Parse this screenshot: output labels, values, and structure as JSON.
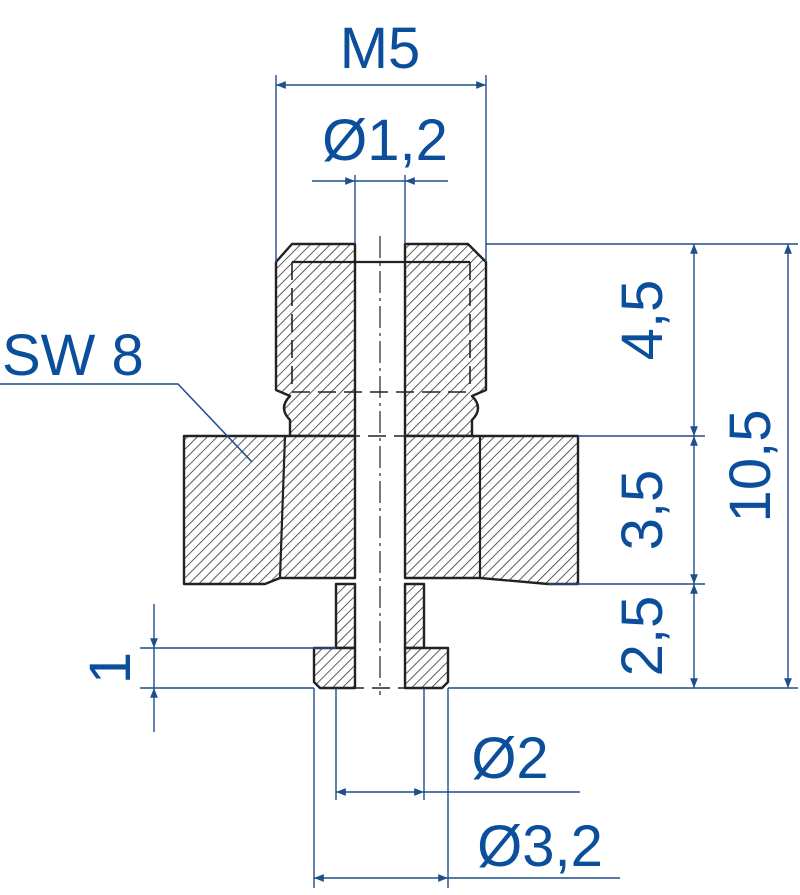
{
  "dimensions": {
    "thread": "M5",
    "bore_diameter": "Ø1,2",
    "wrench_size": "SW 8",
    "height_top": "4,5",
    "height_hex": "3,5",
    "height_neck": "2,5",
    "total_height": "10,5",
    "flange_thickness": "1",
    "neck_diameter": "Ø2",
    "flange_diameter": "Ø3,2"
  },
  "colors": {
    "dimension_text": "#0b4f9c",
    "dimension_line": "#1f4e8a",
    "outline": "#222222"
  }
}
